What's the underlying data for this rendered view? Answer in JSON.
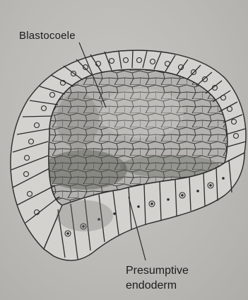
{
  "figure": {
    "labels": {
      "blastocoele": "Blastocoele",
      "presumptive_endoderm_line1": "Presumptive",
      "presumptive_endoderm_line2": "endoderm"
    },
    "colors": {
      "background": "#bdbcb9",
      "ink": "#2a2a2a",
      "cell_fill": "#d3d2ce",
      "blastocoele_fill": "#8f8e8a",
      "shading": "#6e6d69"
    }
  }
}
